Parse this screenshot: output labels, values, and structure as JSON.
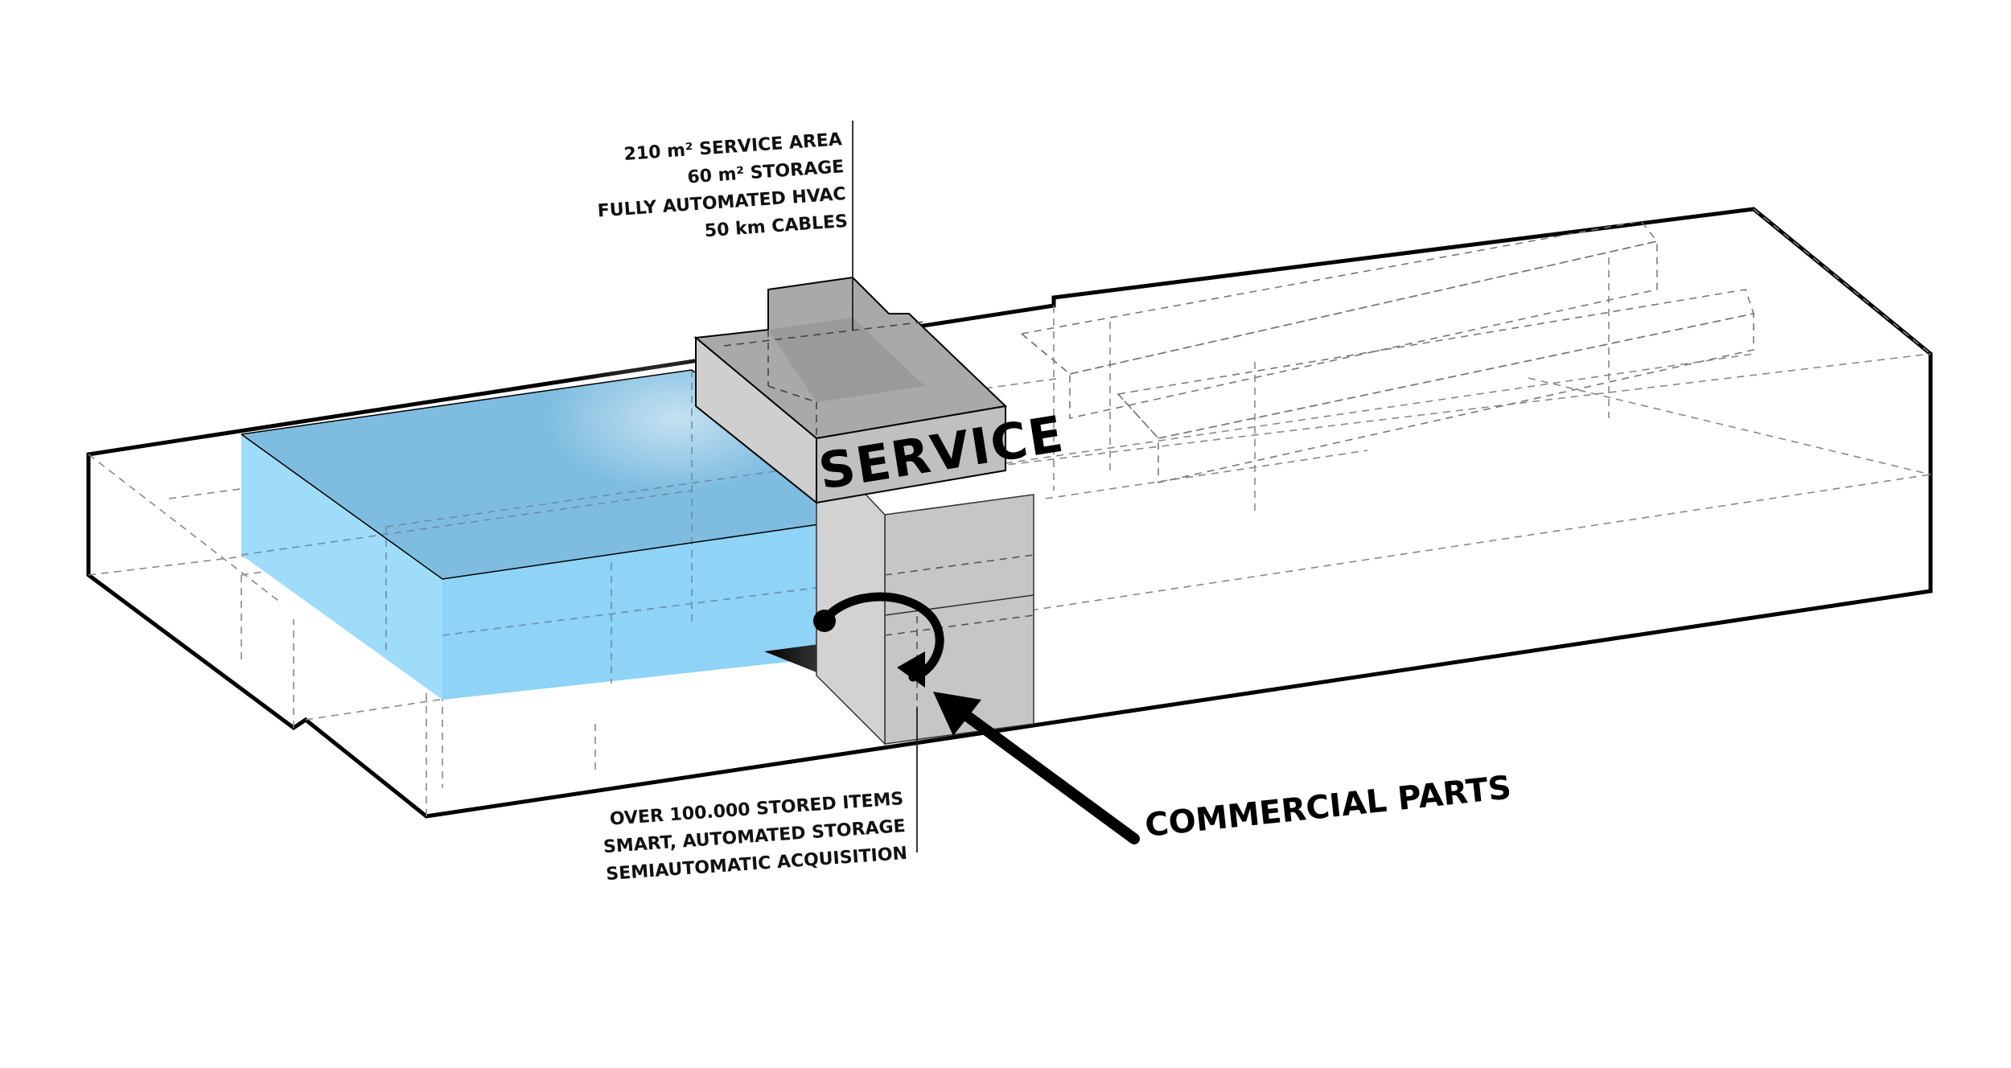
{
  "labels": {
    "service_block": "SERVICE",
    "commercial": "COMMERCIAL PARTS"
  },
  "service_notes": [
    "210 m² SERVICE AREA",
    "60 m² STORAGE",
    "FULLY AUTOMATED HVAC",
    "50 km CABLES"
  ],
  "storage_notes": [
    "OVER 100.000 STORED ITEMS",
    "SMART, AUTOMATED STORAGE",
    "SEMIAUTOMATIC ACQUISITION"
  ],
  "colors": {
    "water_blue": "#8fd3f7",
    "water_blue_dark": "#6fb3d9",
    "service_grey": "#bdbdbd",
    "service_grey_dark": "#8f8f8f",
    "line": "#000000"
  }
}
